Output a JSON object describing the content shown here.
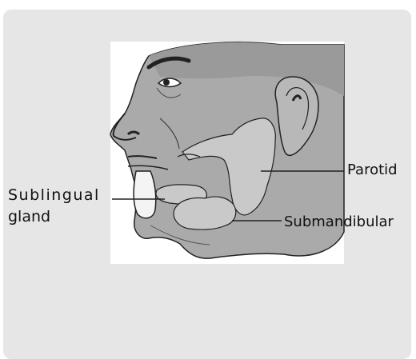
{
  "labels": {
    "sublingual_line1": "Sublingual",
    "sublingual_line2": "gland",
    "parotid": "Parotid",
    "submandibular": "Submandibular"
  },
  "colors": {
    "panel_background": "#e6e6e6",
    "skin": "#aaaaaa",
    "gland": "#c9c9c9",
    "outline": "#222222"
  },
  "illustration": "head-profile-salivary-glands"
}
